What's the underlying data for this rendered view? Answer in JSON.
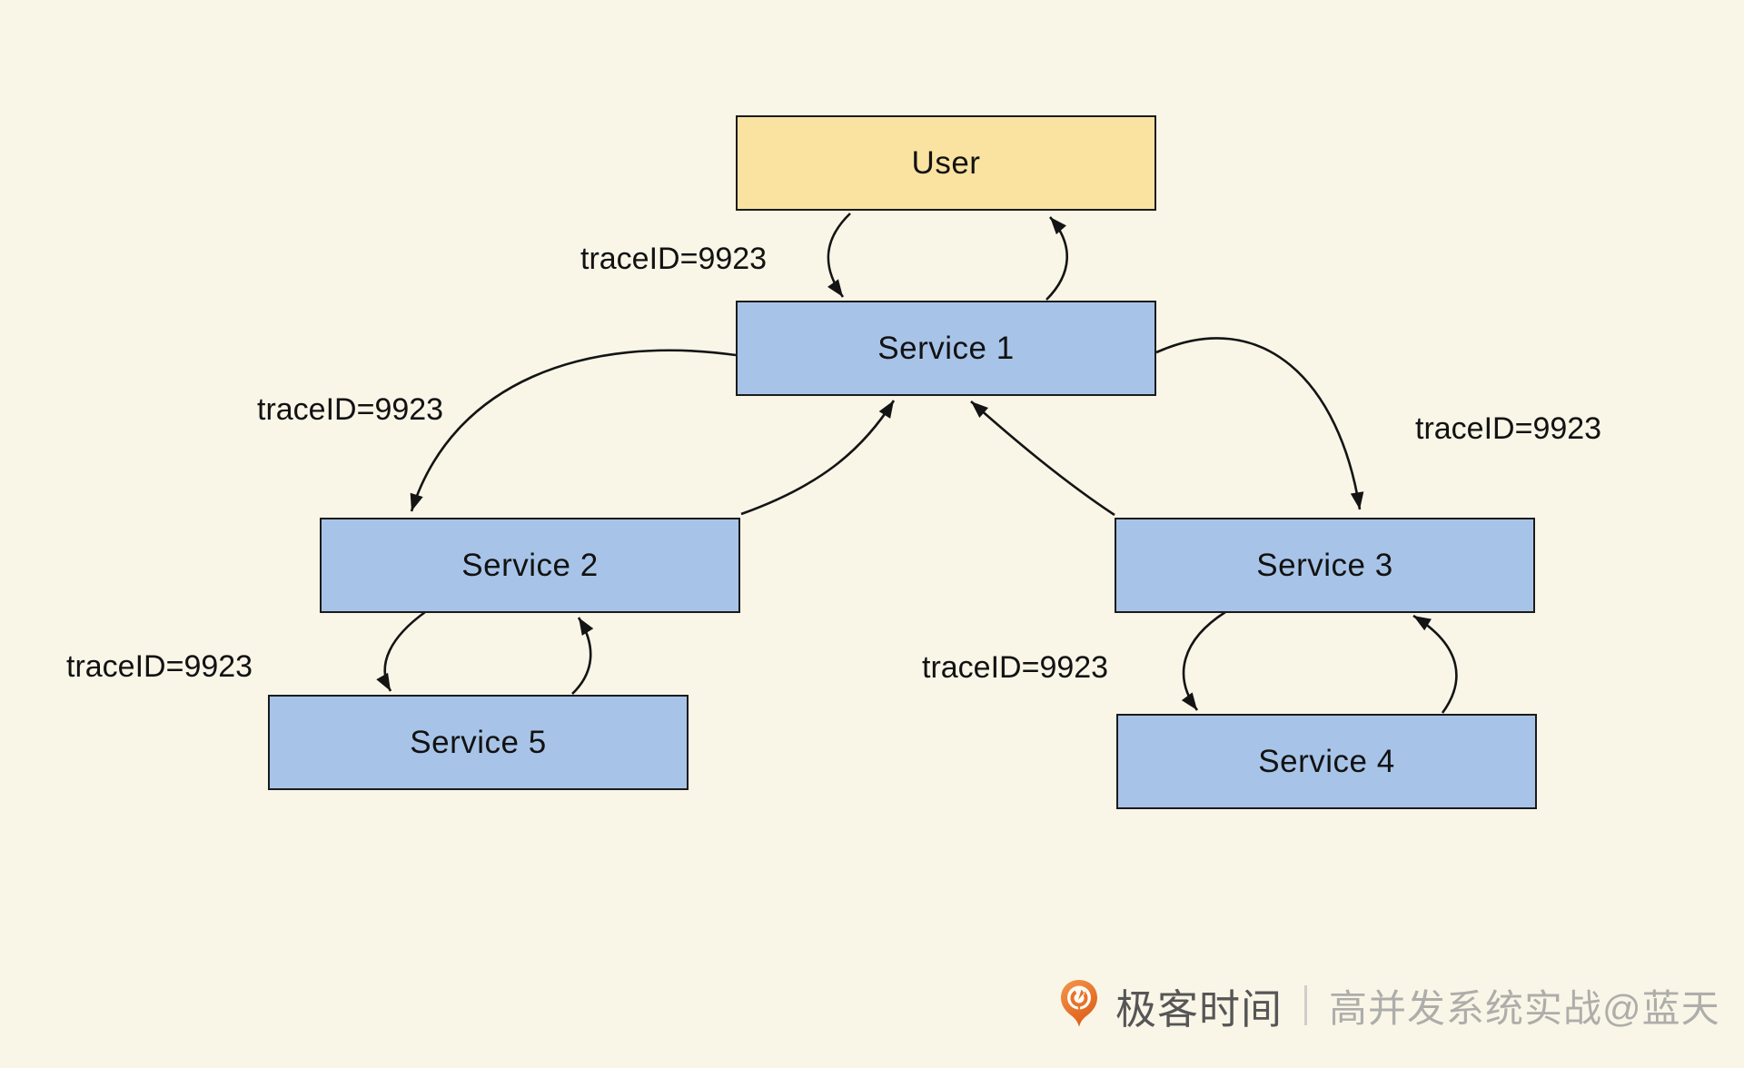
{
  "diagram": {
    "title_hint": "distributed trace propagation diagram",
    "nodes": [
      {
        "id": "user",
        "label": "User",
        "type": "user"
      },
      {
        "id": "service-1",
        "label": "Service 1",
        "type": "service"
      },
      {
        "id": "service-2",
        "label": "Service 2",
        "type": "service"
      },
      {
        "id": "service-3",
        "label": "Service 3",
        "type": "service"
      },
      {
        "id": "service-5",
        "label": "Service 5",
        "type": "service"
      },
      {
        "id": "service-4",
        "label": "Service 4",
        "type": "service"
      }
    ],
    "edges": [
      {
        "from": "user",
        "to": "service-1",
        "bidirectional": true
      },
      {
        "from": "service-1",
        "to": "service-2",
        "bidirectional": true
      },
      {
        "from": "service-1",
        "to": "service-3",
        "bidirectional": true
      },
      {
        "from": "service-2",
        "to": "service-5",
        "bidirectional": true
      },
      {
        "from": "service-3",
        "to": "service-4",
        "bidirectional": true
      }
    ],
    "edge_labels": [
      {
        "text": "traceID=9923",
        "edge": "user-service1"
      },
      {
        "text": "traceID=9923",
        "edge": "service1-service2"
      },
      {
        "text": "traceID=9923",
        "edge": "service1-service3"
      },
      {
        "text": "traceID=9923",
        "edge": "service2-service5"
      },
      {
        "text": "traceID=9923",
        "edge": "service3-service4"
      }
    ]
  },
  "watermark": {
    "brand": "极客时间",
    "subtitle": "高并发系统实战@蓝天"
  },
  "colors": {
    "background": "#f9f6e8",
    "user_box": "#fae2a1",
    "service_box": "#a7c4e8",
    "box_border": "#1b1b1b",
    "arrow_line": "#141414",
    "brand_text": "#565656",
    "subtitle_text": "#aeadaa",
    "logo_orange": "#e8732a"
  }
}
